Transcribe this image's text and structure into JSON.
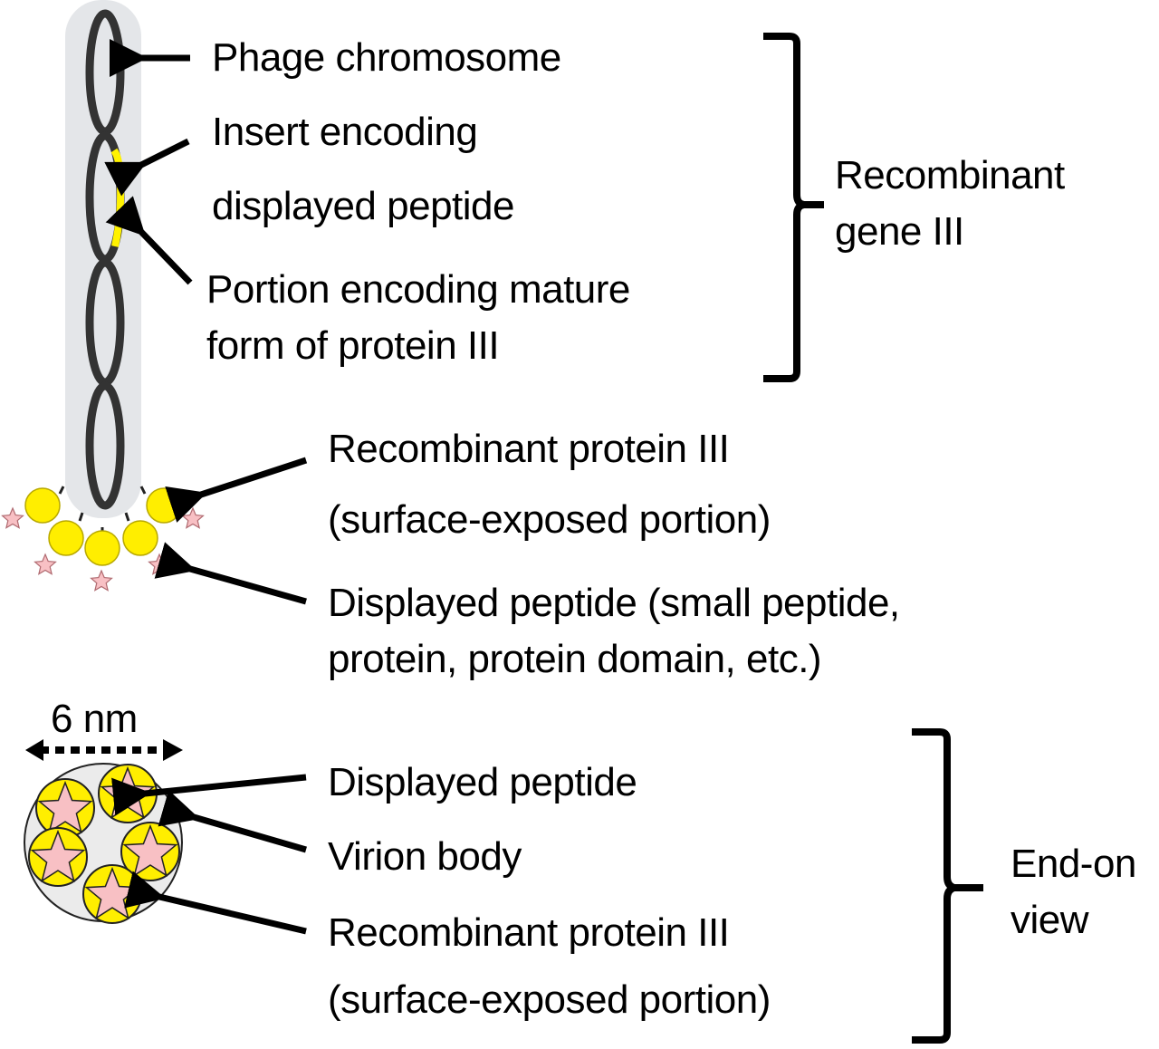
{
  "figure": {
    "colors": {
      "capsid": "#e4e6e9",
      "chromosome": "#333333",
      "insert_pink": "#f4a7ac",
      "gene3_yellow": "#fff200",
      "protein_yellow": "#ffee00",
      "peptide_pink": "#f8c0c4",
      "arrow": "#000000"
    },
    "side_view": {
      "labels": {
        "phage_chromosome": "Phage chromosome",
        "insert_line1": "Insert encoding",
        "insert_line2": "displayed peptide",
        "portion_line1": "Portion encoding mature",
        "portion_line2": "form of protein III",
        "recomb_protein_line1": "Recombinant protein III",
        "recomb_protein_line2": "(surface-exposed portion)",
        "displayed_peptide_line1": "Displayed peptide (small peptide,",
        "displayed_peptide_line2": "protein, protein domain, etc.)"
      },
      "bracket_label_line1": "Recombinant",
      "bracket_label_line2": "gene III"
    },
    "end_view": {
      "scale_label": "6 nm",
      "labels": {
        "displayed_peptide": "Displayed peptide",
        "virion_body": "Virion body",
        "recomb_protein_line1": "Recombinant protein III",
        "recomb_protein_line2": "(surface-exposed portion)"
      },
      "bracket_label_line1": "End-on",
      "bracket_label_line2": "view",
      "protein_count": 5
    }
  }
}
